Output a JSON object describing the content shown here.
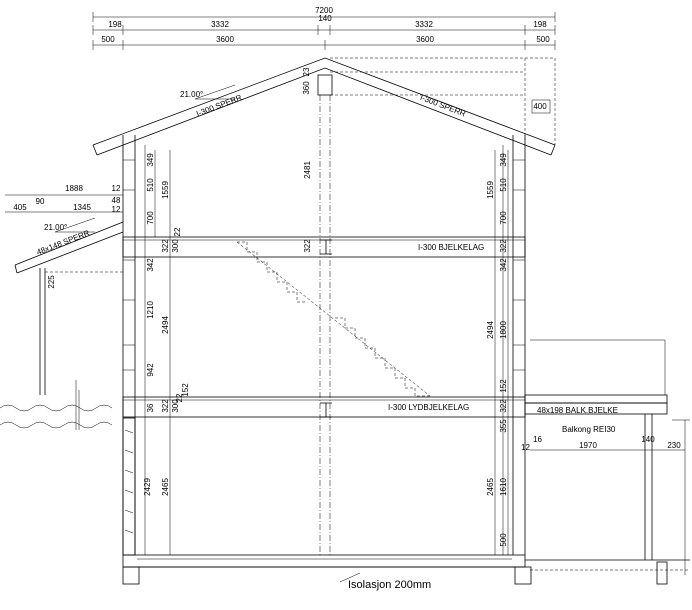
{
  "dimensions": {
    "total_width": "7200",
    "top_row2": [
      "198",
      "3332",
      "140",
      "3332",
      "198"
    ],
    "top_row3": [
      "500",
      "3600",
      "3600",
      "500"
    ],
    "roof_height_top": "23",
    "roof_height_mid": "360",
    "roof_overhang_right": "400",
    "left_wall_upper": [
      "349",
      "510",
      "1559",
      "700",
      "322",
      "300",
      "22"
    ],
    "left_wall_lower": [
      "342",
      "1210",
      "2494",
      "942",
      "322",
      "300",
      "152",
      "36",
      "22"
    ],
    "left_basement": [
      "2429",
      "2465"
    ],
    "center_upper": "2481",
    "center_joist": "322",
    "right_wall_upper": [
      "349",
      "510",
      "1559",
      "700",
      "322"
    ],
    "right_wall_lower": [
      "342",
      "2494",
      "1800",
      "152",
      "322"
    ],
    "right_basement": [
      "355",
      "2465",
      "1610",
      "500"
    ],
    "left_canopy": [
      "1888",
      "405",
      "90",
      "1345",
      "12",
      "48",
      "12",
      "225"
    ],
    "balcony": [
      "16",
      "12",
      "140",
      "1970",
      "230"
    ]
  },
  "labels": {
    "roof_angle_main": "21.00°",
    "roof_angle_canopy": "21.00°",
    "rafter_left": "I-300 SPERR",
    "rafter_right": "I-300 SPERR",
    "canopy_rafter": "48x148 SPERR",
    "joist_upper": "I-300 BJELKELAG",
    "joist_lower": "I-300 LYDBJELKELAG",
    "balcony_beam": "48x198 BALK.BJELKE",
    "balcony_label": "Balkong REI30",
    "insulation": "Isolasjon 200mm"
  }
}
